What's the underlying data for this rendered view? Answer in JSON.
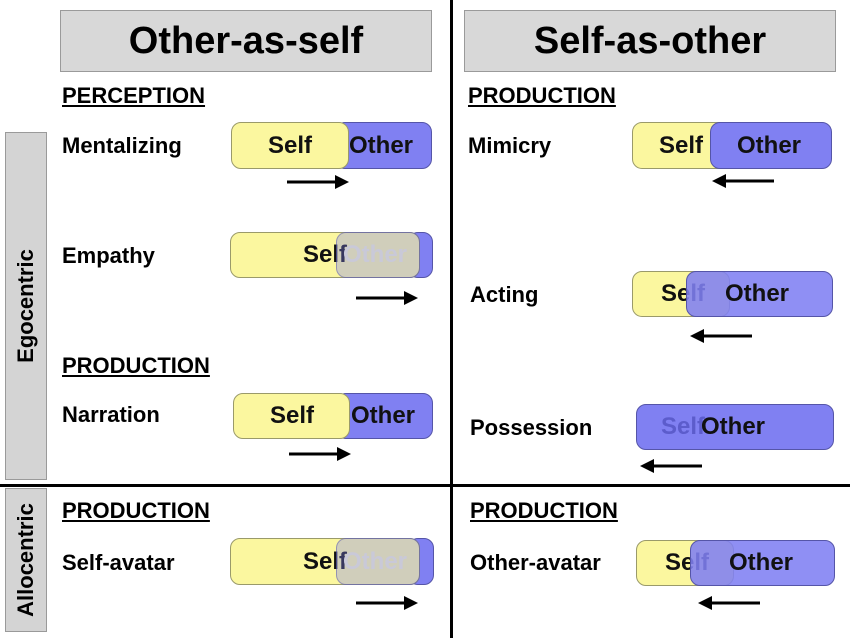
{
  "columns": {
    "left_title": "Other-as-self",
    "right_title": "Self-as-other"
  },
  "rows": {
    "egocentric": "Egocentric",
    "allocentric": "Allocentric"
  },
  "left": {
    "perception_heading": "PERCEPTION",
    "production_heading": "PRODUCTION",
    "allo_production_heading": "PRODUCTION",
    "mentalizing": "Mentalizing",
    "empathy": "Empathy",
    "narration": "Narration",
    "self_avatar": "Self-avatar"
  },
  "right": {
    "production_heading": "PRODUCTION",
    "allo_production_heading": "PRODUCTION",
    "mimicry": "Mimicry",
    "acting": "Acting",
    "possession": "Possession",
    "other_avatar": "Other-avatar"
  },
  "pill_labels": {
    "self": "Self",
    "other": "Other"
  },
  "colors": {
    "self": "#fbf79f",
    "other": "#8080f2",
    "header_gray": "#d8d8d8"
  },
  "arrows": {
    "mentalizing": "right",
    "empathy": "right",
    "narration": "right",
    "self_avatar": "right",
    "mimicry": "left",
    "acting": "left",
    "possession": "left",
    "other_avatar": "left"
  }
}
